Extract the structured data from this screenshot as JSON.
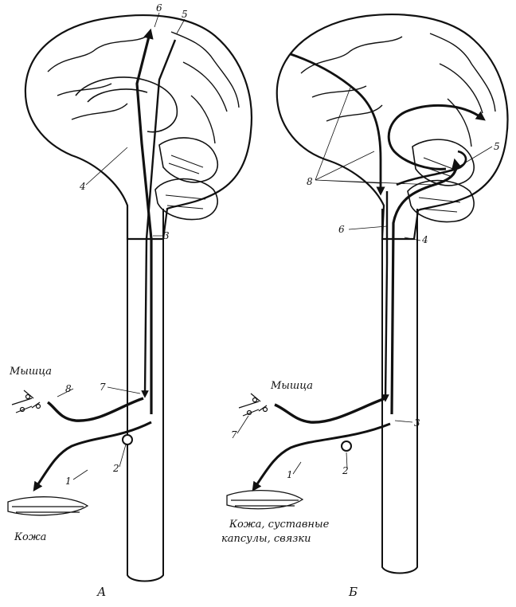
{
  "panels": [
    {
      "panel_label": "А",
      "muscle_label": "Мышца",
      "skin_label": "Кожа",
      "numbers": [
        "1",
        "2",
        "3",
        "4",
        "5",
        "6",
        "7",
        "8"
      ]
    },
    {
      "panel_label": "Б",
      "muscle_label": "Мышца",
      "skin_label_line1": "Кожа, суставные",
      "skin_label_line2": "капсулы, связки",
      "numbers": [
        "1",
        "2",
        "3",
        "4",
        "5",
        "6",
        "7",
        "8"
      ]
    }
  ],
  "colors": {
    "ink": "#111111",
    "paper": "#ffffff"
  }
}
